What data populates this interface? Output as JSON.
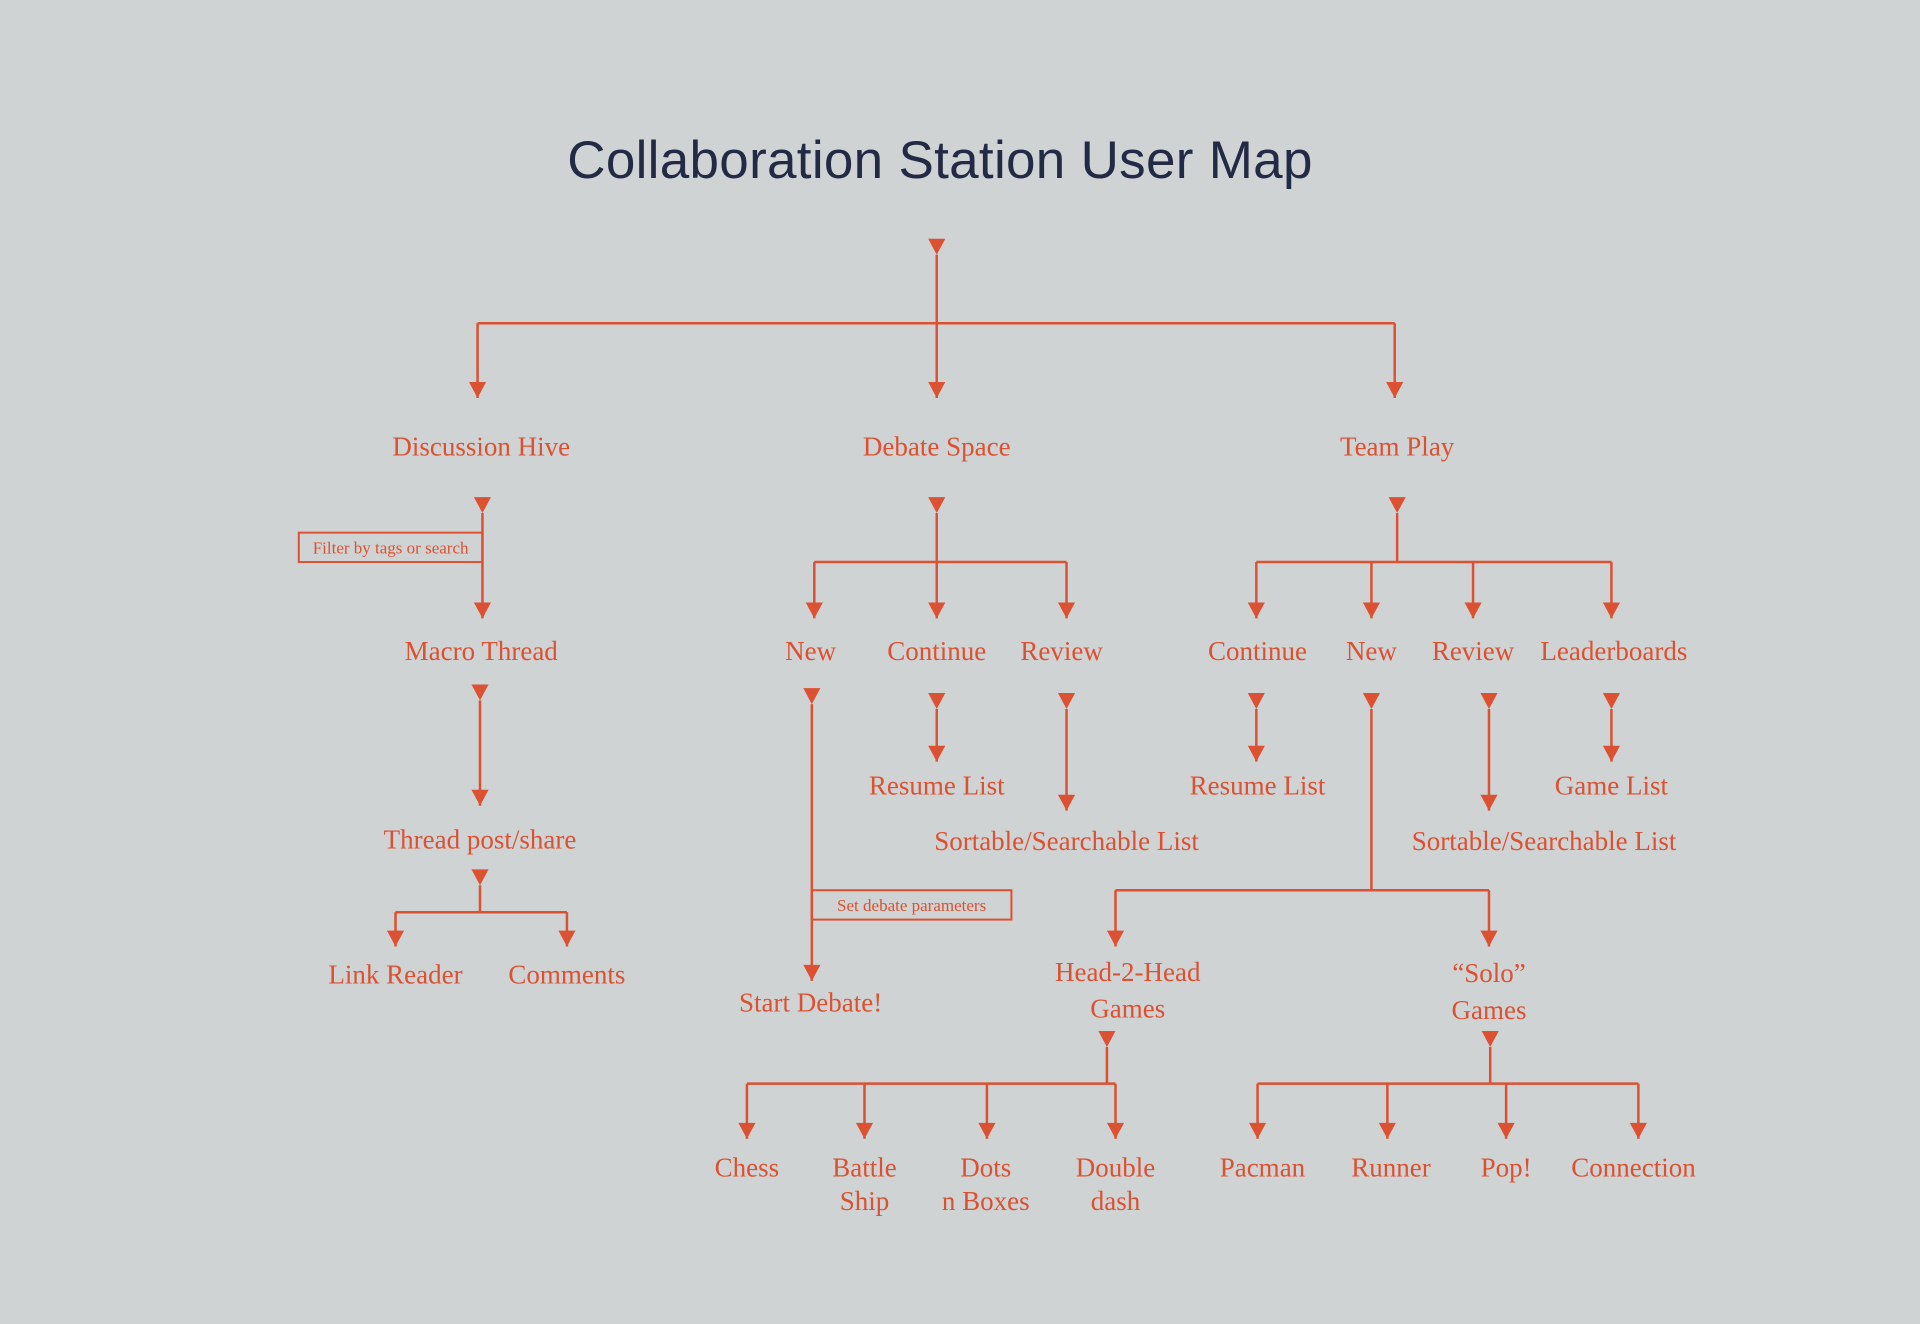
{
  "title": "Collaboration Station User Map",
  "colors": {
    "background": "#d0d3d4",
    "title": "#232a45",
    "accent": "#db5131"
  },
  "nodes": {
    "discussion_hive": [
      "Discussion Hive"
    ],
    "macro_thread": [
      "Macro Thread"
    ],
    "thread_post_share": [
      "Thread post/share"
    ],
    "link_reader": [
      "Link Reader"
    ],
    "comments": [
      "Comments"
    ],
    "debate_space": [
      "Debate Space"
    ],
    "debate_new": [
      "New"
    ],
    "debate_continue": [
      "Continue"
    ],
    "debate_review": [
      "Review"
    ],
    "debate_resume_list": [
      "Resume List"
    ],
    "debate_sortable_list": [
      "Sortable/Searchable List"
    ],
    "start_debate": [
      "Start Debate!"
    ],
    "team_play": [
      "Team Play"
    ],
    "team_continue": [
      "Continue"
    ],
    "team_new": [
      "New"
    ],
    "team_review": [
      "Review"
    ],
    "leaderboards": [
      "Leaderboards"
    ],
    "team_resume_list": [
      "Resume List"
    ],
    "game_list": [
      "Game List"
    ],
    "team_sortable_list": [
      "Sortable/Searchable List"
    ],
    "head2head_games": [
      "Head-2-Head",
      "Games"
    ],
    "solo_games": [
      "“Solo”",
      "Games"
    ],
    "chess": [
      "Chess"
    ],
    "battle_ship": [
      "Battle",
      "Ship"
    ],
    "dots_n_boxes": [
      "Dots",
      "n Boxes"
    ],
    "double_dash": [
      "Double",
      "dash"
    ],
    "pacman": [
      "Pacman"
    ],
    "runner": [
      "Runner"
    ],
    "pop": [
      "Pop!"
    ],
    "connection": [
      "Connection"
    ]
  },
  "notes": {
    "filter_note": "Filter by tags or search",
    "debate_params_note": "Set debate parameters"
  }
}
